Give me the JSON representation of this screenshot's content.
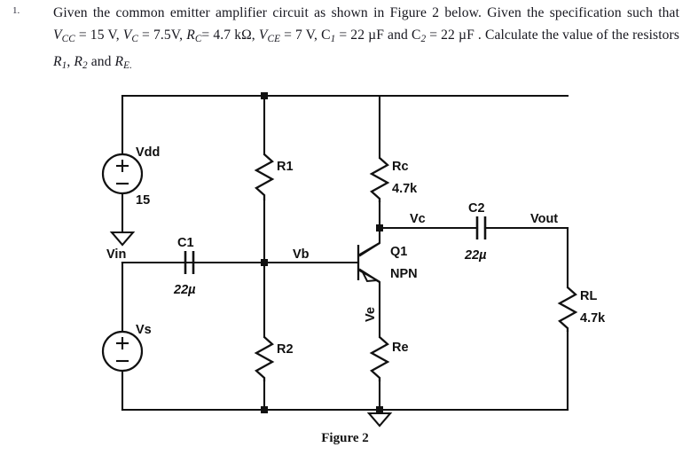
{
  "question": {
    "number": "1.",
    "line1_a": "Given the common emitter amplifier circuit as shown in Figure 2 below. Given the",
    "line2_a": "specification such that ",
    "line2_vcc": "V",
    "line2_vcc_sub": "CC",
    "line2_vcc_val": " = 15 V, ",
    "line2_vc": "V",
    "line2_vc_sub": "C",
    "line2_vc_val": " = 7.5V, ",
    "line2_rc": "R",
    "line2_rc_sub": "C",
    "line2_rc_val": "= 4.7 kΩ, ",
    "line2_vce": "V",
    "line2_vce_sub": "CE",
    "line2_vce_val": " = 7 V, C",
    "line2_c1_sub": "1",
    "line2_c1_val": " = 22 µF and",
    "line3_c2": "C",
    "line3_c2_sub": "2",
    "line3_c2_val": " = 22 µF . Calculate the value of the resistors ",
    "line3_r1": "R",
    "line3_r1_sub": "1",
    "line3_comma1": ", ",
    "line3_r2": "R",
    "line3_r2_sub": "2",
    "line3_and": " and ",
    "line3_re": "R",
    "line3_re_sub": "E.",
    "full_text": "Given the common emitter amplifier circuit as shown in Figure 2 below. Given the specification such that VCC = 15 V, VC = 7.5V, RC= 4.7 kΩ, VCE = 7 V, C1 = 22 µF and C2 = 22 µF . Calculate the value of the resistors R1, R2 and RE."
  },
  "caption": {
    "text": "Figure 2"
  },
  "circuit": {
    "title": "common-emitter-amplifier",
    "sources": [
      {
        "name": "Vdd",
        "label": "Vdd",
        "value": "15",
        "plus": "+",
        "minus": "−"
      },
      {
        "name": "Vs",
        "label": "Vs",
        "value": "",
        "plus": "+",
        "minus": "−"
      }
    ],
    "resistors": [
      {
        "name": "R1",
        "label": "R1",
        "value": ""
      },
      {
        "name": "R2",
        "label": "R2",
        "value": ""
      },
      {
        "name": "Rc",
        "label": "Rc",
        "value": "4.7k"
      },
      {
        "name": "Re",
        "label": "Re",
        "value": ""
      },
      {
        "name": "RL",
        "label": "RL",
        "value": "4.7k"
      }
    ],
    "capacitors": [
      {
        "name": "C1",
        "label": "C1",
        "value": "22µ"
      },
      {
        "name": "C2",
        "label": "C2",
        "value": "22µ"
      }
    ],
    "transistor": {
      "name": "Q1",
      "label": "Q1",
      "type": "NPN"
    },
    "nodes": [
      {
        "name": "Vin",
        "label": "Vin"
      },
      {
        "name": "Vb",
        "label": "Vb"
      },
      {
        "name": "Vc",
        "label": "Vc"
      },
      {
        "name": "Ve",
        "label": "Ve"
      },
      {
        "name": "Vout",
        "label": "Vout"
      }
    ],
    "colors": {
      "wire": "#111111",
      "background": "#ffffff",
      "text": "#101010"
    }
  }
}
